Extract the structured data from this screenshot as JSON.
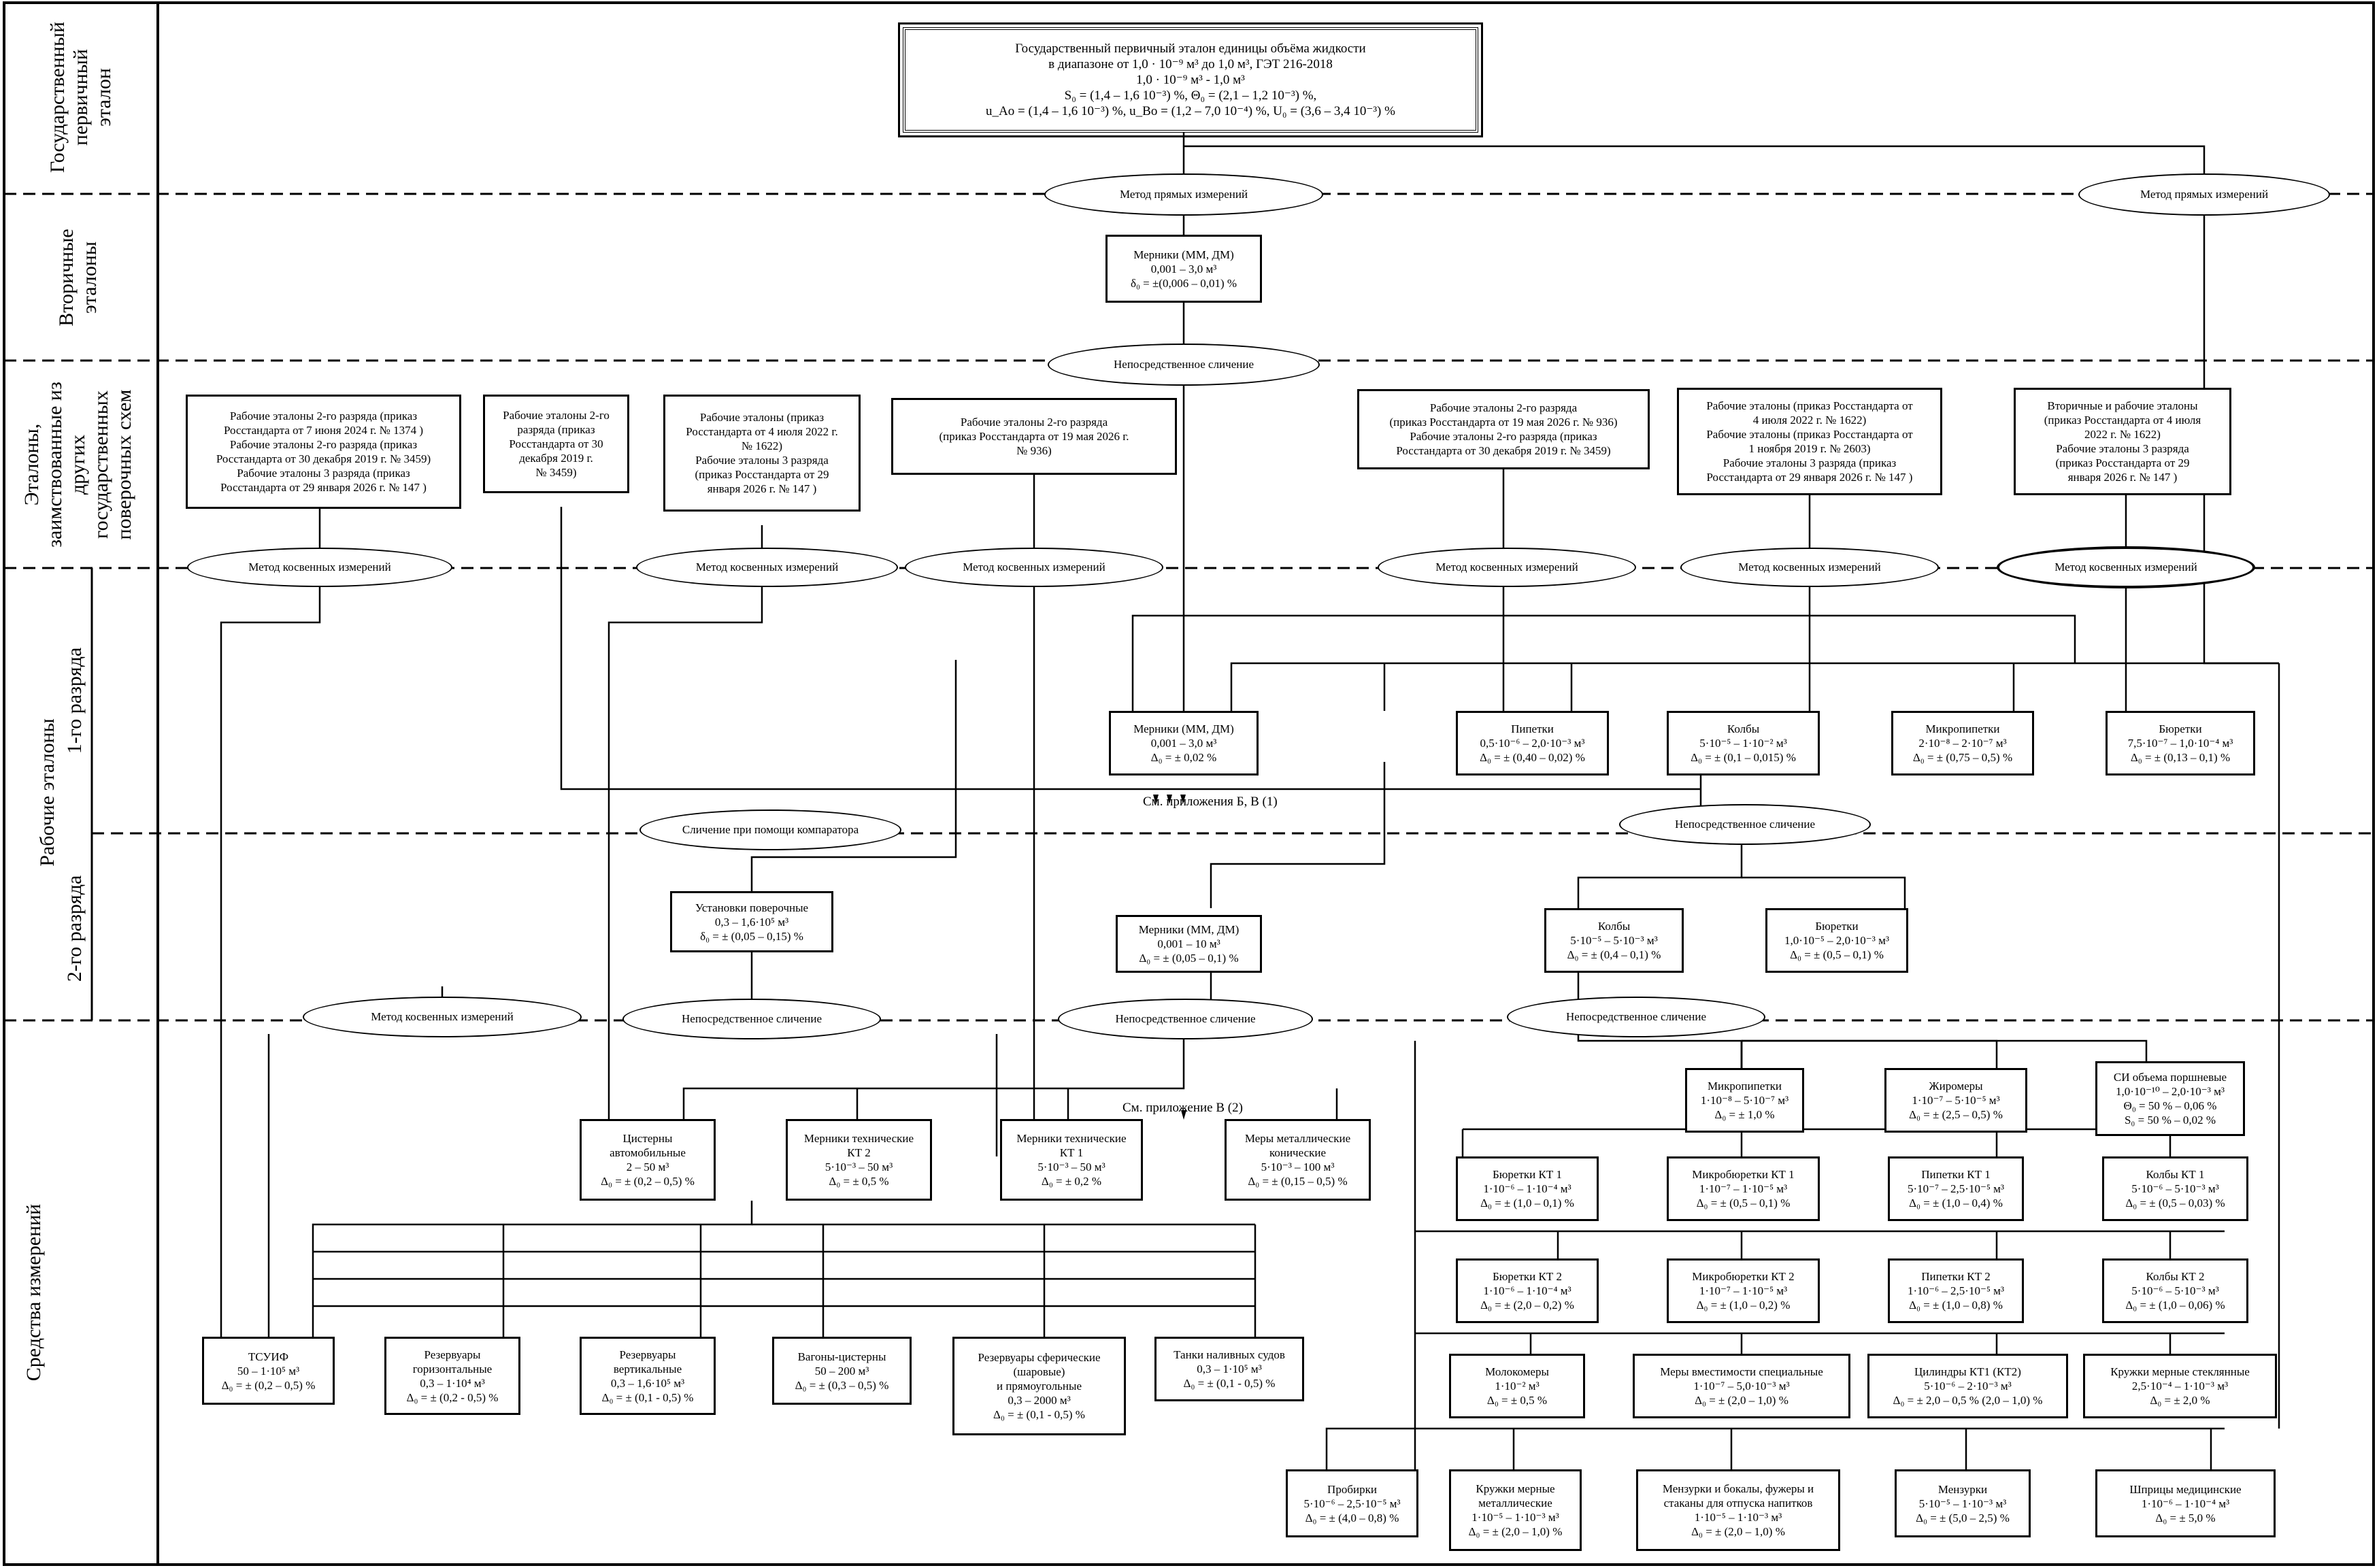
{
  "rows": {
    "state_primary": "Государственный\nпервичный\nэталон",
    "secondary": "Вторичные\nэталоны",
    "borrowed": "Эталоны,\nзаимствованные из\nдругих\nгосударственных\nповерочных схем",
    "working": "Рабочие эталоны",
    "grade1": "1-го разряда",
    "grade2": "2-го разряда",
    "instruments": "Средства измерений"
  },
  "primary_standard": {
    "title": "Государственный первичный эталон единицы объёма жидкости",
    "range": "в диапазоне от 1,0 · 10⁻⁹ м³ до 1,0 м³, ГЭТ 216-2018",
    "range2": "1,0 · 10⁻⁹ м³ - 1,0 м³",
    "params1": "S₀ = (1,4 – 1,6 10⁻³) %, Θ₀ = (2,1 – 1,2 10⁻³) %,",
    "params2": "u_Ao = (1,4 – 1,6 10⁻³) %, u_Bo = (1,2 – 7,0 10⁻⁴) %, U₀ = (3,6 – 3,4 10⁻³) %"
  },
  "ovals": {
    "direct1": "Метод прямых измерений",
    "direct2": "Метод прямых измерений",
    "comparison_secondary": "Непосредственное сличение",
    "indirect1": "Метод косвенных измерений",
    "indirect2": "Метод косвенных измерений",
    "indirect3": "Метод косвенных измерений",
    "indirect4": "Метод косвенных измерений",
    "indirect5": "Метод косвенных измерений",
    "indirect6": "Метод косвенных измерений",
    "comparator": "Сличение при помощи компаратора",
    "comparison_grade1": "Непосредственное сличение",
    "indirect_bottom": "Метод косвенных измерений",
    "comparison_b1": "Непосредственное сличение",
    "comparison_b2": "Непосредственное сличение",
    "comparison_b3": "Непосредственное сличение"
  },
  "secondary_standard": "Мерники (ММ, ДМ)\n0,001 – 3,0 м³\nδ₀ = ±(0,006 – 0,01) %",
  "borrowed_boxes": [
    "Рабочие эталоны 2-го разряда (приказ\nРосстандарта от 7 июня 2024 г. № 1374 )\nРабочие эталоны 2-го разряда (приказ\nРосстандарта от 30 декабря 2019 г. № 3459)\nРабочие эталоны 3 разряда (приказ\nРосстандарта от 29 января 2026 г. № 147 )",
    "Рабочие эталоны 2-го\nразряда (приказ\nРосстандарта от 30\nдекабря 2019 г.\n№ 3459)",
    "Рабочие эталоны (приказ\nРосстандарта от 4 июля 2022 г.\n№ 1622)\nРабочие эталоны 3 разряда\n(приказ Росстандарта от 29\nянваря 2026 г. № 147 )",
    "Рабочие эталоны 2-го разряда\n(приказ Росстандарта от 19 мая 2026 г.\n№ 936)",
    "Рабочие эталоны 2-го разряда\n(приказ Росстандарта от 19 мая 2026 г. № 936)\nРабочие эталоны 2-го разряда (приказ\nРосстандарта от 30 декабря 2019 г. № 3459)",
    "Рабочие эталоны (приказ Росстандарта от\n4 июля 2022 г. № 1622)\nРабочие эталоны (приказ Росстандарта от\n1 ноября 2019 г. № 2603)\nРабочие эталоны 3 разряда (приказ\nРосстандарта от 29 января 2026 г. № 147 )",
    "Вторичные и рабочие эталоны\n(приказ Росстандарта от 4 июля\n2022 г. № 1622)\nРабочие эталоны 3 разряда\n(приказ Росстандарта от 29\nянваря 2026 г. № 147 )"
  ],
  "grade1_boxes": [
    "Мерники (ММ, ДМ)\n0,001 – 3,0 м³\nΔ₀ = ± 0,02 %",
    "Пипетки\n0,5·10⁻⁶ – 2,0·10⁻³ м³\nΔ₀ = ± (0,40 – 0,02) %",
    "Колбы\n5·10⁻⁵ – 1·10⁻² м³\nΔ₀ = ± (0,1 – 0,015) %",
    "Микропипетки\n2·10⁻⁸ – 2·10⁻⁷ м³\nΔ₀ = ± (0,75 – 0,5) %",
    "Бюретки\n7,5·10⁻⁷ – 1,0·10⁻⁴ м³\nΔ₀ = ± (0,13 – 0,1) %"
  ],
  "note_grade1": "См. приложения Б, В (1)",
  "grade2_boxes": [
    "Установки поверочные\n0,3 – 1,6·10⁵ м³\nδ₀ = ± (0,05 – 0,15) %",
    "Мерники (ММ, ДМ)\n0,001 – 10 м³\nΔ₀ = ± (0,05 – 0,1) %",
    "Колбы\n5·10⁻⁵ – 5·10⁻³ м³\nΔ₀ = ± (0,4 – 0,1) %",
    "Бюретки\n1,0·10⁻⁵ – 2,0·10⁻³ м³\nΔ₀ = ± (0,5 – 0,1) %"
  ],
  "note_grade2": "См. приложение В (2)",
  "si_mid": [
    "Цистерны\nавтомобильные\n2 – 50 м³\nΔ₀ = ± (0,2 – 0,5) %",
    "Мерники технические\nКТ 2\n5·10⁻³ – 50 м³\nΔ₀ = ± 0,5 %",
    "Мерники технические\nКТ 1\n5·10⁻³ – 50 м³\nΔ₀ = ± 0,2 %",
    "Меры металлические\nконические\n5·10⁻³ – 100 м³\nΔ₀ = ± (0,15 – 0,5) %"
  ],
  "si_bottom_left": [
    "ТСУИФ\n50 – 1·10⁵ м³\nΔ₀ = ± (0,2 – 0,5) %",
    "Резервуары\nгоризонтальные\n0,3 – 1·10⁴ м³\nΔ₀ = ± (0,2 - 0,5) %",
    "Резервуары\nвертикальные\n0,3 – 1,6·10⁵ м³\nΔ₀ = ± (0,1 - 0,5) %",
    "Вагоны-цистерны\n50 – 200 м³\nΔ₀ = ± (0,3 – 0,5) %",
    "Резервуары сферические\n(шаровые)\nи прямоугольные\n0,3 – 2000 м³\nΔ₀ = ± (0,1 - 0,5) %",
    "Танки наливных судов\n0,3 – 1·10⁵ м³\nΔ₀ = ± (0,1 - 0,5) %"
  ],
  "si_right_r1": [
    "Микропипетки\n1·10⁻⁸ – 5·10⁻⁷ м³\nΔ₀ = ± 1,0 %",
    "Жиромеры\n1·10⁻⁷ – 5·10⁻⁵ м³\nΔ₀ = ± (2,5 – 0,5) %",
    "СИ объема поршневые\n1,0·10⁻¹⁰ – 2,0·10⁻³ м³\nΘ₀ = 50 % – 0,06 %\nS₀ = 50 % – 0,02 %"
  ],
  "si_right_r2": [
    "Бюретки  КТ 1\n1·10⁻⁶ – 1·10⁻⁴ м³\nΔ₀ = ± (1,0 – 0,1) %",
    "Микробюретки КТ 1\n1·10⁻⁷ – 1·10⁻⁵ м³\nΔ₀ = ± (0,5 – 0,1) %",
    "Пипетки КТ 1\n5·10⁻⁷ – 2,5·10⁻⁵ м³\nΔ₀ = ± (1,0 – 0,4) %",
    "Колбы КТ 1\n5·10⁻⁶ – 5·10⁻³ м³\nΔ₀ = ± (0,5 – 0,03) %"
  ],
  "si_right_r3": [
    "Бюретки КТ 2\n1·10⁻⁶ – 1·10⁻⁴ м³\nΔ₀ = ± (2,0 – 0,2) %",
    "Микробюретки КТ 2\n1·10⁻⁷ – 1·10⁻⁵ м³\nΔ₀ = ± (1,0 – 0,2) %",
    "Пипетки КТ 2\n1·10⁻⁶ – 2,5·10⁻⁵ м³\nΔ₀ = ± (1,0 – 0,8) %",
    "Колбы КТ 2\n5·10⁻⁶ – 5·10⁻³ м³\nΔ₀ = ± (1,0 – 0,06) %"
  ],
  "si_right_r4": [
    "Молокомеры\n1·10⁻² м³\nΔ₀ = ± 0,5 %",
    "Меры вместимости специальные\n1·10⁻⁷ – 5,0·10⁻³ м³\nΔ₀ = ± (2,0 – 1,0) %",
    "Цилиндры КТ1 (КТ2)\n5·10⁻⁶ – 2·10⁻³ м³\nΔ₀ = ± 2,0 – 0,5 % (2,0 – 1,0) %",
    "Кружки мерные стеклянные\n2,5·10⁻⁴ – 1·10⁻³ м³\nΔ₀ = ± 2,0 %"
  ],
  "si_right_r5": [
    "Пробирки\n5·10⁻⁶ – 2,5·10⁻⁵ м³\nΔ₀ = ± (4,0 – 0,8) %",
    "Кружки мерные\nметаллические\n1·10⁻⁵ – 1·10⁻³ м³\nΔ₀ = ± (2,0 – 1,0) %",
    "Мензурки и бокалы, фужеры и\nстаканы для отпуска напитков\n1·10⁻⁵ – 1·10⁻³ м³\nΔ₀ = ± (2,0 – 1,0) %",
    "Мензурки\n5·10⁻⁵ – 1·10⁻³ м³\nΔ₀ = ± (5,0 – 2,5) %",
    "Шприцы медицинские\n1·10⁻⁶ – 1·10⁻⁴ м³\nΔ₀ = ± 5,0 %"
  ]
}
